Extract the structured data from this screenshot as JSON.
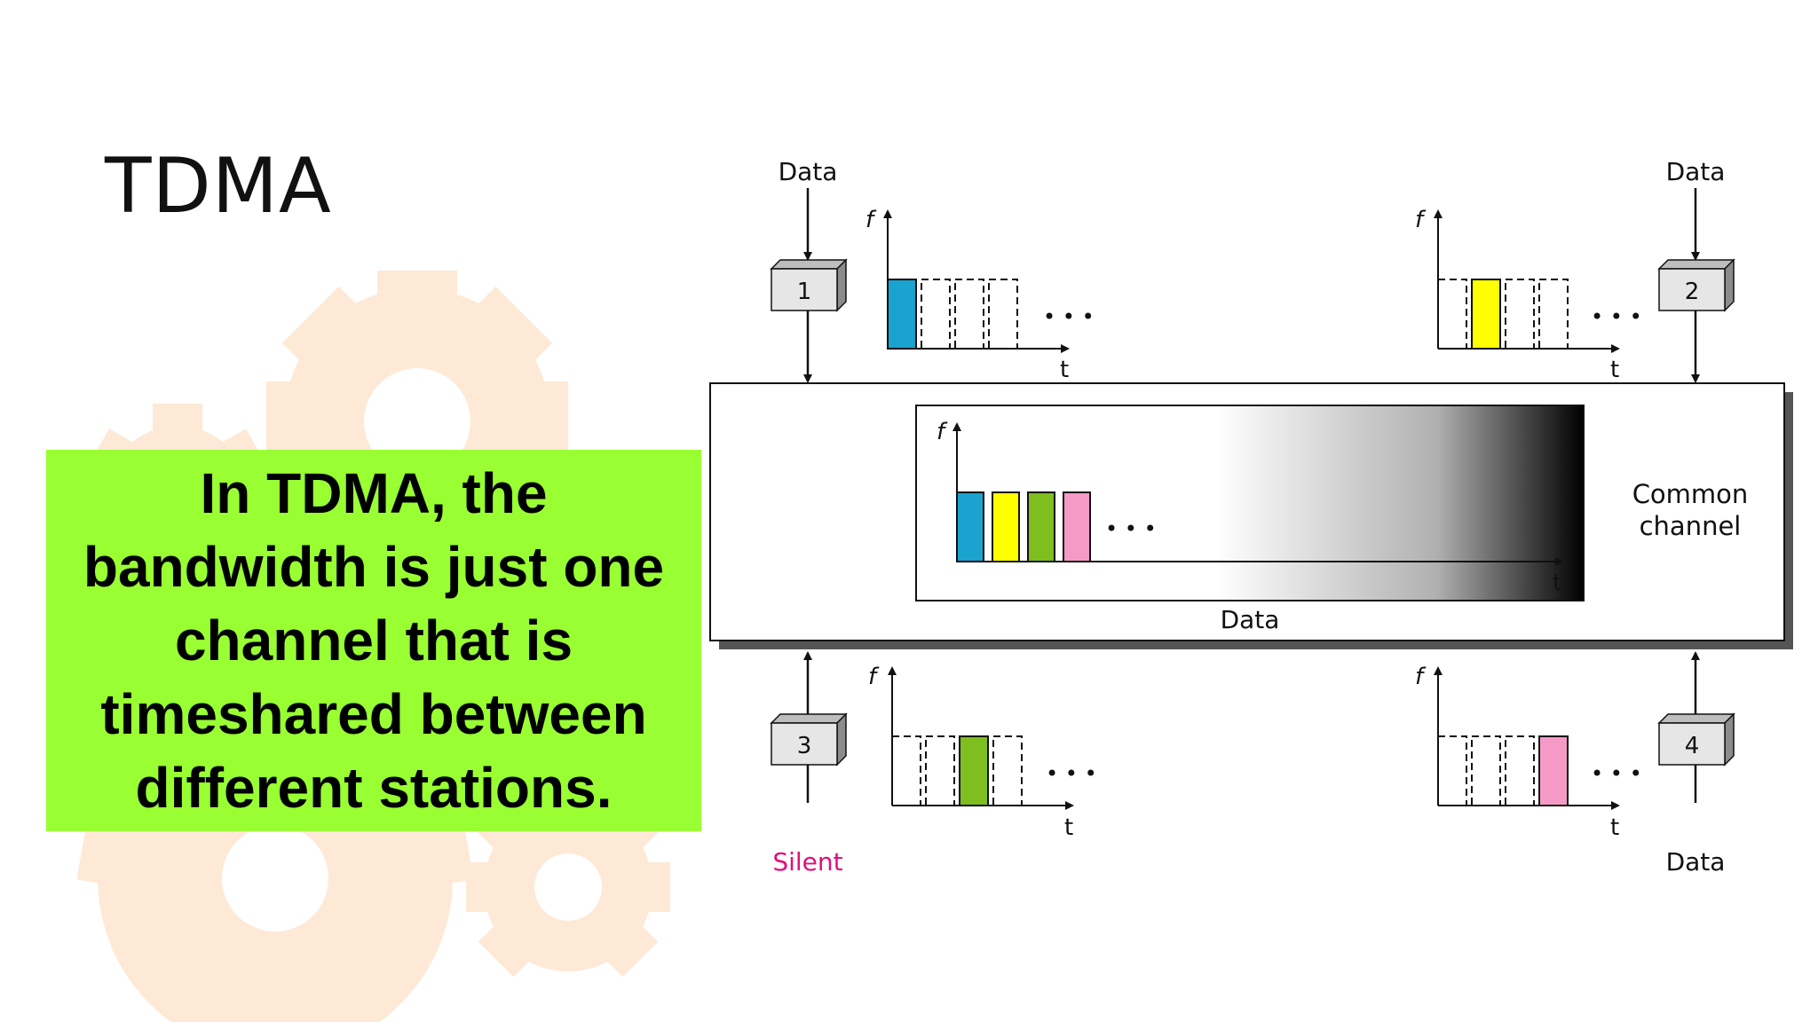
{
  "slide": {
    "title": "TDMA",
    "callout": "In TDMA, the bandwidth is just one channel that is timeshared between different stations."
  },
  "colors": {
    "station1": "#1aa3cf",
    "station2": "#ffff00",
    "station3": "#7ebe1e",
    "station4": "#f59ac7",
    "callout_bg": "#99ff33",
    "silent": "#e0107a",
    "gear": "#fde9d6"
  },
  "diagram": {
    "stations": [
      {
        "id": "1",
        "input_label": "Data",
        "active_slot": 0
      },
      {
        "id": "2",
        "input_label": "Data",
        "active_slot": 1
      },
      {
        "id": "3",
        "input_label": "Silent",
        "active_slot": 2
      },
      {
        "id": "4",
        "input_label": "Data",
        "active_slot": 3
      }
    ],
    "axis_f": "f",
    "axis_t": "t",
    "ellipsis": "• • •",
    "channel_label_line1": "Common",
    "channel_label_line2": "channel",
    "channel_data_label": "Data"
  }
}
